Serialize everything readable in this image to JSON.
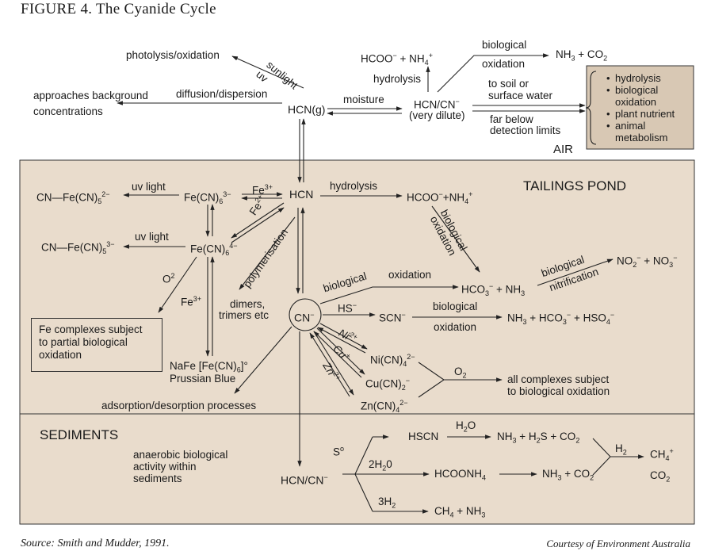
{
  "figure_title": "FIGURE 4. The Cyanide Cycle",
  "source": "Source: Smith and Mudder, 1991.",
  "credit": "Courtesy of Environment Australia",
  "colors": {
    "pond_fill": "#e9dccc",
    "air_box_fill": "#d8c8b4",
    "line": "#222222"
  },
  "air": {
    "label": "AIR",
    "photolysis": "photolysis/oxidation",
    "sunlight": "sunlight",
    "uv": "uv",
    "background": [
      "approaches background",
      "concentrations"
    ],
    "diffusion": "diffusion/dispersion",
    "hcn_g": "HCN(g)",
    "moisture": "moisture",
    "hcn_cn": "HCN/CN",
    "very_dilute": "(very dilute)",
    "hydrolysis": "hydrolysis",
    "formate": "HCOO",
    "ammonium": "+ NH",
    "biological": "biological",
    "oxidation": "oxidation",
    "nh3_co2": "NH",
    "to_soil": [
      "to soil or",
      "surface water"
    ],
    "far_below": [
      "far below",
      "detection limits"
    ],
    "box_items": [
      "hydrolysis",
      "biological oxidation",
      "plant nutrient",
      "animal metabolism"
    ]
  },
  "pond": {
    "label": "TAILINGS POND",
    "hcn": "HCN",
    "hydrolysis": "hydrolysis",
    "hcoo_nh4": "HCOO",
    "bio_ox_vertical": [
      "biological",
      "oxidation"
    ],
    "fe3": "Fe",
    "fe2": "Fe",
    "ferricyanide": "Fe(CN)",
    "ferrocyanide": "Fe(CN)",
    "uv_light": "uv light",
    "cn_fe3": "CN—Fe(CN)",
    "cn_fe4": "CN—Fe(CN)",
    "o2": "O",
    "fe3_b": "Fe",
    "polymerisation": "polymerisation",
    "dimers": [
      "dimers,",
      "trimers etc"
    ],
    "fe_box": [
      "Fe complexes subject",
      "to partial biological",
      "oxidation"
    ],
    "prussian": [
      "NaFe [Fe(CN)",
      "Prussian Blue"
    ],
    "cn_center": "CN",
    "biological": "biological",
    "oxidation": "oxidation",
    "hco3_nh3": "HCO",
    "bio_nitrif": [
      "biological",
      "nitrification"
    ],
    "no2_no3": "NO",
    "hs": "HS",
    "scn": "SCN",
    "scn_bio": "biological",
    "scn_ox": "oxidation",
    "scn_products": "NH",
    "ni": "Ni",
    "cu": "Cu",
    "zn": "Zn",
    "ni_cn": "Ni(CN)",
    "cu_cn": "Cu(CN)",
    "zn_cn": "Zn(CN)",
    "o2_b": "O",
    "all_complexes": [
      "all complexes subject",
      "to biological oxidation"
    ],
    "adsorption": "adsorption/desorption processes"
  },
  "sediments": {
    "label": "SEDIMENTS",
    "anaerobic": [
      "anaerobic biological",
      "activity within",
      "sediments"
    ],
    "hcn_cn": "HCN/CN",
    "s0": "S",
    "hscn": "HSCN",
    "h2o": "H",
    "prod1": "NH",
    "two_h2o": "2H",
    "hcoonh4": "HCOONH",
    "prod2": "NH",
    "three_h2": "3H",
    "ch4_nh3": "CH",
    "h2": "H",
    "ch4": "CH",
    "co2": "CO"
  }
}
